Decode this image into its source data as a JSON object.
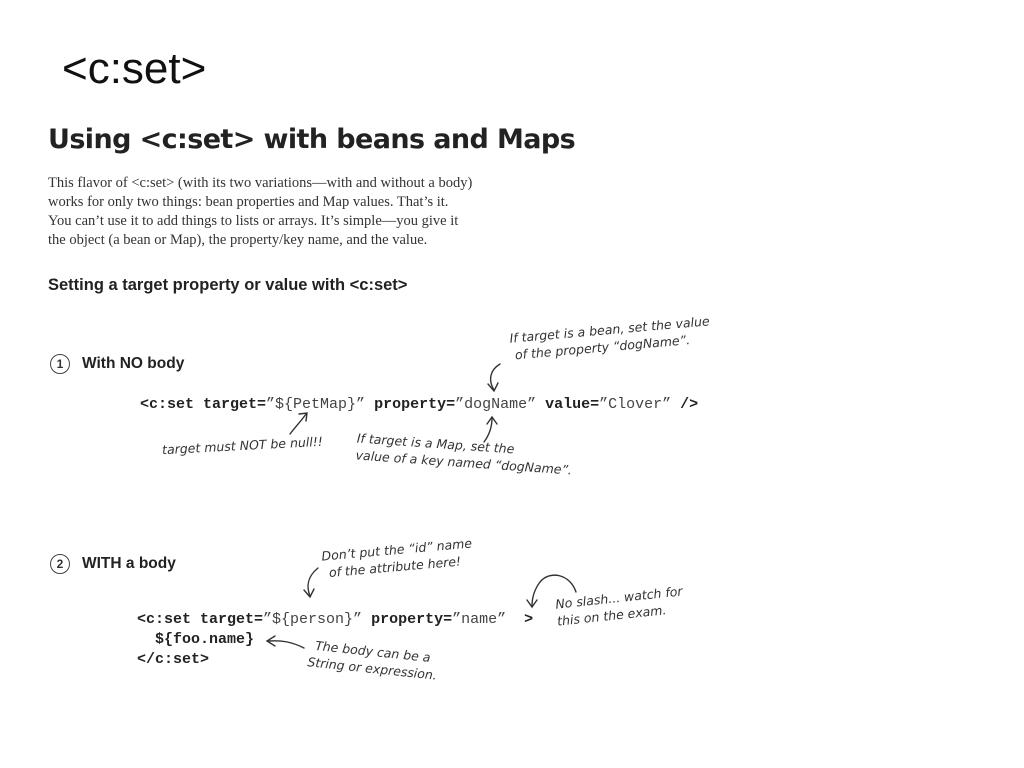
{
  "slide": {
    "title": "<c:set>"
  },
  "book": {
    "heading": "Using <c:set> with beans and Maps",
    "intro_lines": [
      "This flavor of <c:set> (with its two variations—with and without a body)",
      "works for only two things: bean properties and Map values. That’s it.",
      "You can’t use it to add things to lists or arrays. It’s simple—you give it",
      "the object (a bean or Map), the property/key name, and the value."
    ],
    "subhead": "Setting a target property or value with <c:set>",
    "step1": {
      "number": "1",
      "label": "With NO body",
      "code": {
        "open": "<c:set target=",
        "target_val": "”${PetMap}”",
        "property_attr": " property=",
        "property_val": "”dogName”",
        "value_attr": " value=",
        "value_val": "”Clover”",
        "close": " />"
      },
      "notes": {
        "bean_line1": "If target is a bean, set the value",
        "bean_line2": "of the property “dogName”.",
        "null_note": "target must NOT be null!!",
        "map_line1": "If target is a Map, set the",
        "map_line2": "value of a key named “dogName”."
      }
    },
    "step2": {
      "number": "2",
      "label": "WITH a body",
      "code": {
        "open": "<c:set target=",
        "target_val": "”${person}”",
        "property_attr": " property=",
        "property_val": "”name”",
        "close": "  >",
        "body": "${foo.name}",
        "end": "</c:set>"
      },
      "notes": {
        "id_line1": "Don’t put the “id” name",
        "id_line2": "of the attribute here!",
        "slash_line1": "No slash... watch for",
        "slash_line2": "this on the exam.",
        "body_line1": "The body can be a",
        "body_line2": "String or expression."
      }
    }
  }
}
